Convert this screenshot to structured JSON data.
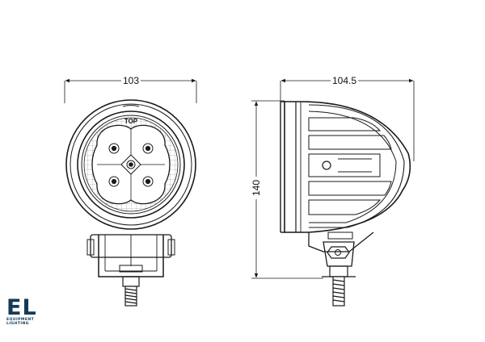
{
  "drawing": {
    "front_view": {
      "width_dimension": "103",
      "top_marking": "TOP"
    },
    "side_view": {
      "depth_dimension": "104.5",
      "height_dimension": "140"
    }
  },
  "logo": {
    "mark": "EL",
    "line1": "EQUIPMENT",
    "line2": "LIGHTING"
  },
  "colors": {
    "line": "#1a1a1a",
    "logo": "#143a57"
  }
}
